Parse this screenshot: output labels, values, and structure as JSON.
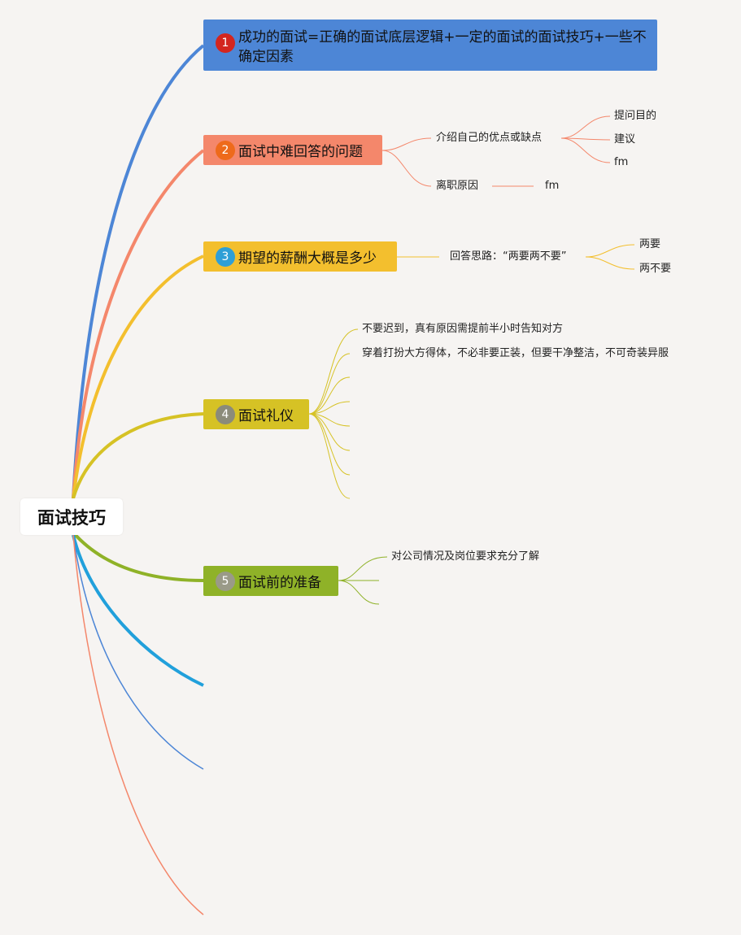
{
  "root": {
    "label": "面试技巧"
  },
  "colors": {
    "topic1": "#4d86d6",
    "topic2": "#f4876b",
    "topic3": "#f3bf2e",
    "topic4": "#d6c225",
    "topic5": "#8fb228",
    "badge1": "#d3261f",
    "badge2": "#ee6a1b",
    "badge3": "#2f9fd6",
    "badge4": "#8b8b7a",
    "badge5": "#9a9a88",
    "cyan_branch": "#21a0db",
    "blue_branch": "#4d86d6",
    "salmon_branch": "#f4876b"
  },
  "topics": [
    {
      "num": "1",
      "label": "成功的面试=正确的面试底层逻辑+一定的面试的面试技巧+一些不确定因素"
    },
    {
      "num": "2",
      "label": "面试中难回答的问题",
      "children": [
        {
          "label": "介绍自己的优点或缺点",
          "children": [
            {
              "label": "提问目的"
            },
            {
              "label": "建议"
            },
            {
              "label": "fm"
            }
          ]
        },
        {
          "label": "离职原因",
          "children": [
            {
              "label": "fm"
            }
          ]
        }
      ]
    },
    {
      "num": "3",
      "label": "期望的薪酬大概是多少",
      "children": [
        {
          "label": "回答思路：“两要两不要”",
          "children": [
            {
              "label": "两要"
            },
            {
              "label": "两不要"
            }
          ]
        }
      ]
    },
    {
      "num": "4",
      "label": "面试礼仪",
      "children": [
        {
          "label": "不要迟到，真有原因需提前半小时告知对方"
        },
        {
          "label": "穿着打扮大方得体，不必非要正装，但要干净整洁，不可奇装异服"
        },
        {
          "label": ""
        },
        {
          "label": ""
        },
        {
          "label": ""
        },
        {
          "label": ""
        },
        {
          "label": ""
        },
        {
          "label": ""
        }
      ]
    },
    {
      "num": "5",
      "label": "面试前的准备",
      "children": [
        {
          "label": "对公司情况及岗位要求充分了解"
        },
        {
          "label": ""
        },
        {
          "label": ""
        }
      ]
    }
  ]
}
